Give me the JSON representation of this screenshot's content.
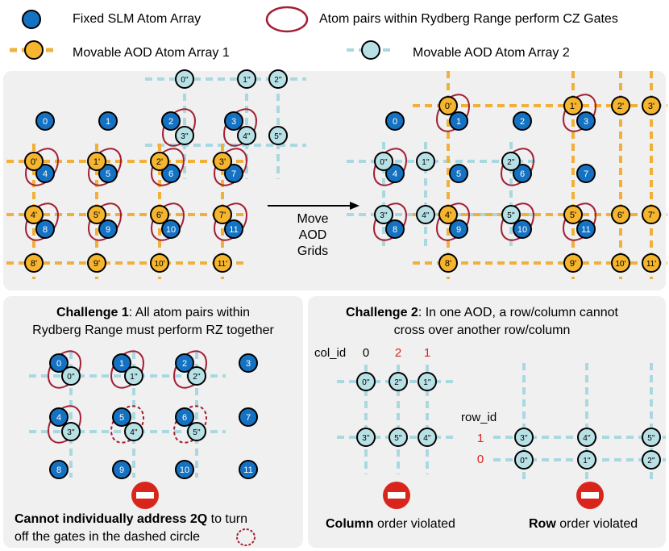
{
  "colors": {
    "slm": "#1572c2",
    "aod1": "#f5b52e",
    "aod2": "#b8e1e6",
    "aod1_line": "#f0b03a",
    "aod2_line": "#aad8e0",
    "ellipse": "#a31f34",
    "violation": "#d9251c",
    "panel": "#f0f0f0"
  },
  "legend": {
    "fixed": "Fixed SLM Atom Array",
    "pairs": "Atom pairs within Rydberg Range perform CZ Gates",
    "aod1": "Movable AOD Atom Array 1",
    "aod2": "Movable AOD Atom Array 2"
  },
  "top": {
    "move": [
      "Move",
      "AOD",
      "Grids"
    ]
  },
  "challenge1": {
    "title_bold": "Challenge 1",
    "title_rest": ": All atom pairs within",
    "title_line2": "Rydberg Range must perform RZ together",
    "footer_bold": "Cannot individually address 2Q",
    "footer_rest": " to turn",
    "footer_line2": "off the gates in the dashed circle"
  },
  "challenge2": {
    "title_bold": "Challenge 2",
    "title_rest": ": In one AOD, a row/column cannot",
    "title_line2": "cross over another row/column",
    "col_id": "col_id",
    "col_labels": [
      "0",
      "2",
      "1"
    ],
    "row_id": "row_id",
    "row_labels": [
      "1",
      "0"
    ],
    "col_bold": "Column",
    "col_rest": " order violated",
    "row_bold": "Row",
    "row_rest": " order violated"
  },
  "atoms": {
    "slm_labels": [
      "0",
      "1",
      "2",
      "3",
      "4",
      "5",
      "6",
      "7",
      "8",
      "9",
      "10",
      "11"
    ],
    "aod1_labels": [
      "0'",
      "1'",
      "2'",
      "3'",
      "4'",
      "5'",
      "6'",
      "7'",
      "8'",
      "9'",
      "10'",
      "11'"
    ],
    "aod2_labels": [
      "0''",
      "1''",
      "2''",
      "3''",
      "4''",
      "5''"
    ],
    "c2_col_atoms": [
      "0''",
      "2''",
      "1''",
      "3''",
      "5''",
      "4''"
    ],
    "c2_row_atoms": [
      "3''",
      "4''",
      "5''",
      "0''",
      "1''",
      "2''"
    ]
  }
}
